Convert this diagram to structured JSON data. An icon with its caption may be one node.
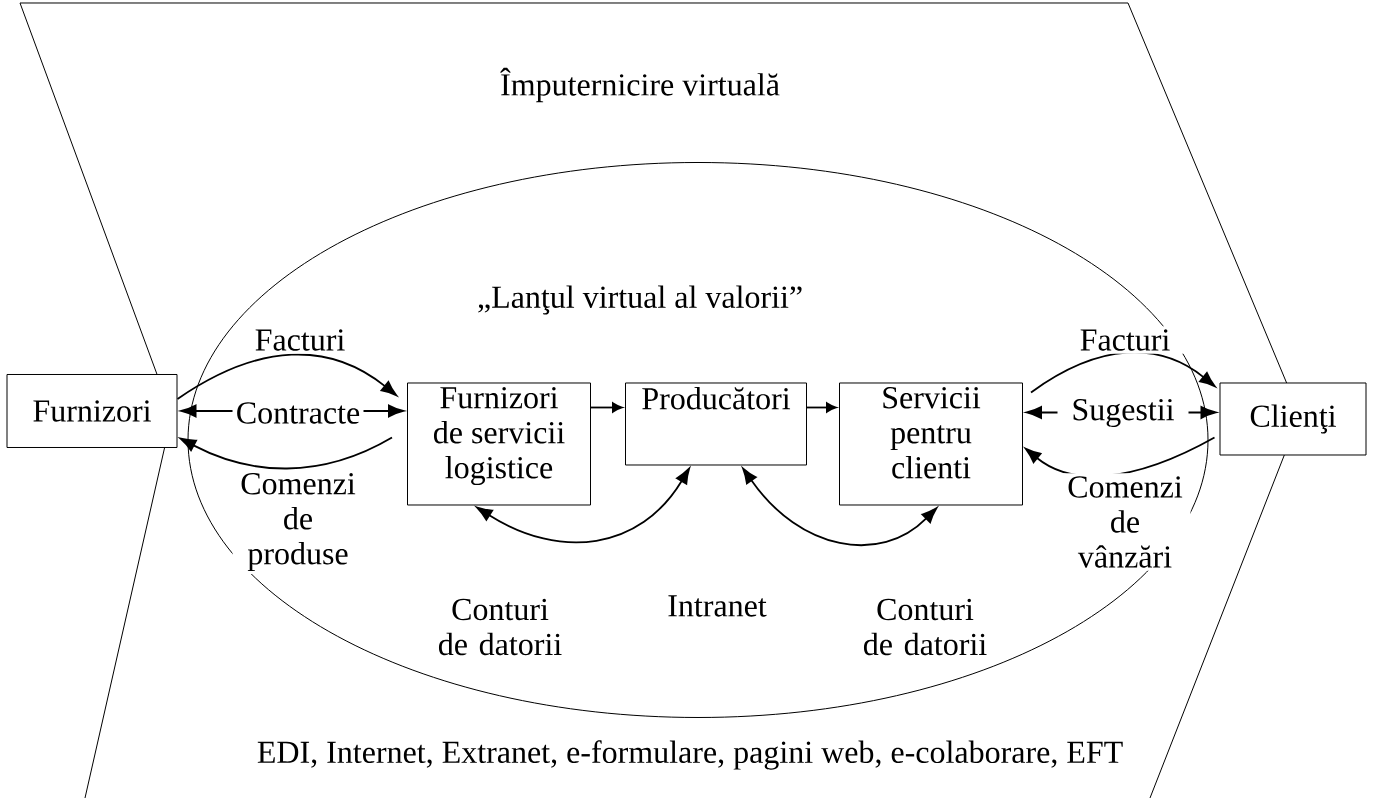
{
  "diagram": {
    "nodes": [
      {
        "text": [
          "Împuternicire virtuală",
          "EDI, Internet, Extranet, e-formulare, pagini web, e-colaborare, EFT"
        ]
      },
      {
        "text": [
          "„Lanţul virtual al valorii”"
        ],
        "in": 0
      },
      {
        "text": [
          "Furnizori"
        ]
      },
      {
        "text": [
          "Furnizori de servicii logistice"
        ],
        "in": 1
      },
      {
        "text": [
          "Producători"
        ],
        "in": 1
      },
      {
        "text": [
          "Servicii pentru clienti"
        ],
        "in": 1
      },
      {
        "text": [
          "Clienţi"
        ]
      }
    ],
    "edges": [
      {
        "from": 2,
        "to": 3,
        "arrow": "to",
        "label": "Facturi"
      },
      {
        "from": 2,
        "to": 3,
        "arrow": "both",
        "label": "Contracte"
      },
      {
        "from": 3,
        "to": 2,
        "arrow": "to",
        "label": "Comenzi de produse"
      },
      {
        "from": 3,
        "to": 4,
        "arrow": "to"
      },
      {
        "from": 4,
        "to": 5,
        "arrow": "to"
      },
      {
        "from": 5,
        "to": 6,
        "arrow": "to",
        "label": "Facturi"
      },
      {
        "from": 5,
        "to": 6,
        "arrow": "both",
        "label": "Sugestii"
      },
      {
        "from": 6,
        "to": 5,
        "arrow": "to",
        "label": "Comenzi de vânzări"
      },
      {
        "from": 3,
        "to": 4,
        "arrow": "both",
        "label": "Conturi de datorii"
      },
      {
        "from": 4,
        "to": 5,
        "arrow": "both",
        "label": "Conturi de datorii"
      }
    ],
    "labels": [
      "Intranet"
    ]
  }
}
